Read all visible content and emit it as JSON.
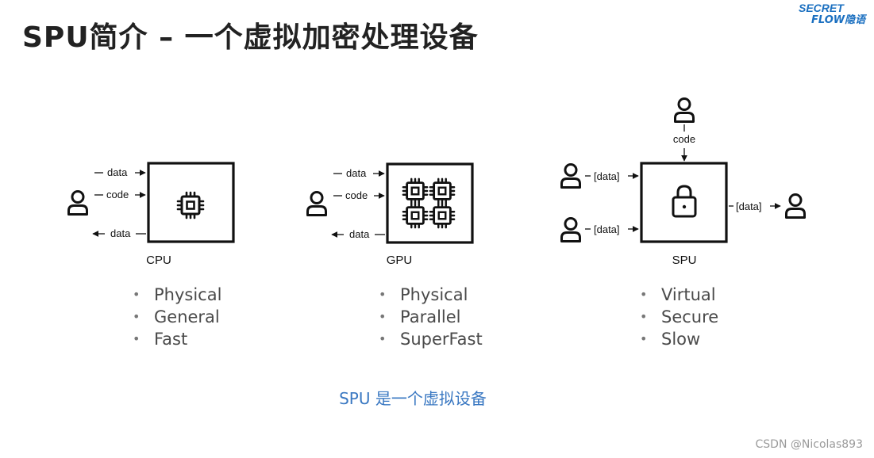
{
  "title": "SPU简介 – 一个虚拟加密处理设备",
  "logo": {
    "line1": "SECRET",
    "line2": "FLOW隐语"
  },
  "cpu": {
    "box_label": "CPU",
    "in_top": "data",
    "in_mid": "code",
    "out": "data",
    "features": [
      "Physical",
      "General",
      "Fast"
    ]
  },
  "gpu": {
    "box_label": "GPU",
    "in_top": "data",
    "in_mid": "code",
    "out": "data",
    "features": [
      "Physical",
      "Parallel",
      "SuperFast"
    ]
  },
  "spu": {
    "box_label": "SPU",
    "code_label": "code",
    "in_top": "[data]",
    "in_bottom": "[data]",
    "out": "[data]",
    "features": [
      "Virtual",
      "Secure",
      "Slow"
    ]
  },
  "caption": "SPU 是一个虚拟设备",
  "watermark": "CSDN @Nicolas893",
  "colors": {
    "caption": "#3a78c2",
    "logo": "#1a6fc0",
    "text": "#1a1a1a"
  }
}
